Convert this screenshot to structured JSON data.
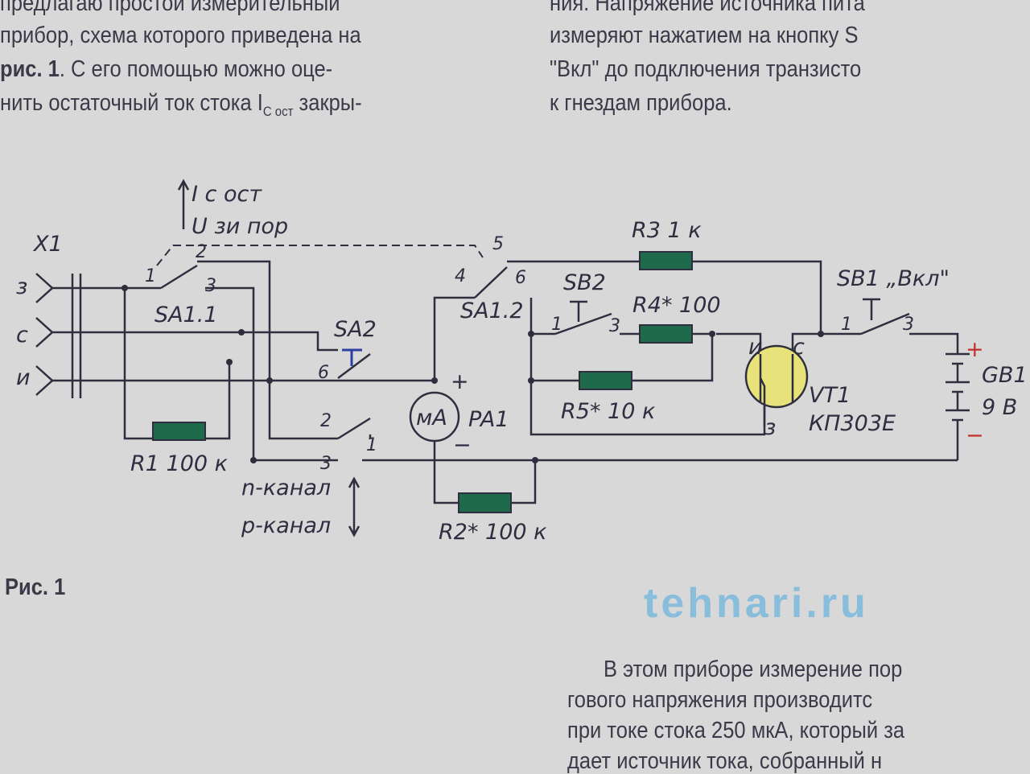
{
  "top_left": [
    "предлагаю простой измерительный",
    "прибор, схема которого приведена на",
    "рис. 1. С его помощью можно оце-",
    "нить остаточный ток стока I",
    "С ост",
    " закры-"
  ],
  "top_right": [
    "ния. Напряжение источника пита",
    "измеряют нажатием на кнопку S",
    "\"Вкл\" до подключения транзисто",
    "к гнездам прибора."
  ],
  "bottom_right": [
    "В этом приборе измерение пор",
    "гового напряжения производитс",
    "при токе стока 250 мкА, который за",
    "дает источник тока, собранный н"
  ],
  "figure_caption": "Рис. 1",
  "watermark": "tehnari.ru",
  "diagram": {
    "ic_label": "I c ост",
    "uz_label": "U зи пор",
    "x1": "X1",
    "x1_pins": [
      "з",
      "с",
      "и"
    ],
    "sa11": "SA1.1",
    "sa12": "SA1.2",
    "sa2": "SA2",
    "pa1": "PA1",
    "meter": "мА",
    "r1": "R1 100 к",
    "r2": "R2* 100 к",
    "r3": "R3 1 к",
    "r4": "R4* 100",
    "r5": "R5* 10 к",
    "sb1": "SB1 „Вкл\"",
    "sb2": "SB2",
    "vt1": "VT1",
    "vt1_type": "КП303Е",
    "gb1": "GB1",
    "gb1_v": "9 В",
    "n_channel": "n-канал",
    "p_channel": "p-канал",
    "pins": {
      "p1": "1",
      "p2": "2",
      "p3": "3",
      "p4": "4",
      "p5": "5",
      "p6": "6",
      "plus": "+",
      "minus": "−",
      "i": "и",
      "c": "с",
      "z": "з"
    }
  }
}
